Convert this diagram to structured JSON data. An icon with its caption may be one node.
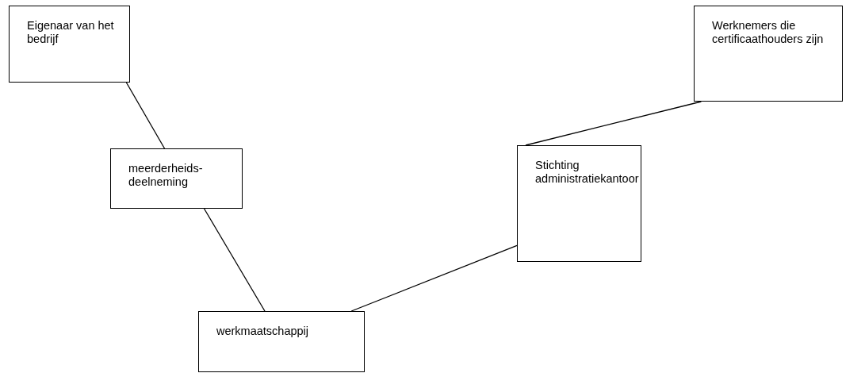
{
  "diagram": {
    "nodes": [
      {
        "text": [
          "Eigenaar van het bedrijf"
        ]
      },
      {
        "text": [
          "meerderheids-deelneming"
        ]
      },
      {
        "text": [
          "Stichting administratiekantoor"
        ]
      },
      {
        "text": [
          "Werknemers die certificaathouders zijn"
        ]
      },
      {
        "text": [
          "werkmaatschappij"
        ]
      }
    ],
    "edges": [
      {
        "from": 0,
        "to": 1,
        "arrow": "none"
      },
      {
        "from": 1,
        "to": 4,
        "arrow": "none"
      },
      {
        "from": 2,
        "to": 4,
        "arrow": "none"
      },
      {
        "from": 3,
        "to": 2,
        "arrow": "none"
      }
    ]
  }
}
